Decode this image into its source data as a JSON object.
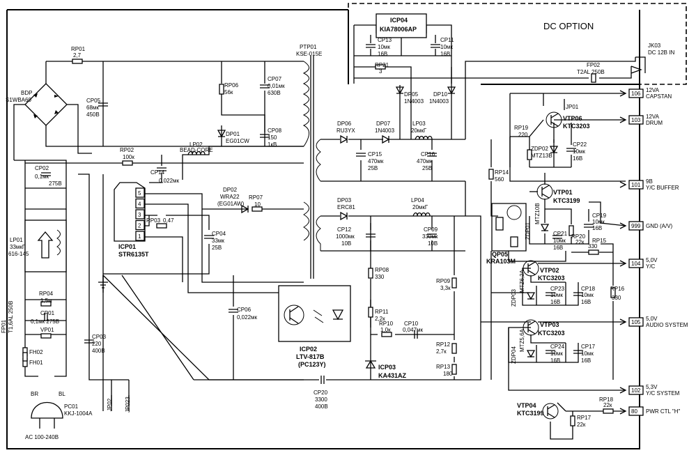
{
  "title": "DC OPTION",
  "modules": {
    "icp04": {
      "ref": "ICP04",
      "part": "KIA78006AP"
    },
    "icp01": {
      "ref": "ICP01",
      "part": "STR6135T",
      "pins": [
        "5",
        "4",
        "3",
        "2",
        "1"
      ]
    },
    "icp02": {
      "ref": "ICP02",
      "part": "LTV-817B",
      "alt": "(PC123Y)"
    },
    "icp03": {
      "ref": "ICP03",
      "part": "KA431AZ"
    },
    "qp05": {
      "ref": "QP05",
      "part": "KRA103M"
    },
    "ptp01": {
      "ref": "PTP01",
      "part": "KSE-015E"
    },
    "bdp": {
      "ref": "BDP",
      "part": "S1WBA60"
    },
    "lp01": {
      "ref": "LP01",
      "value": "33мкГ",
      "part": "616-145"
    },
    "pc01": {
      "ref": "PC01",
      "part": "KKJ-1004A",
      "mains": "AC 100-240В",
      "br": "BR",
      "bl": "BL"
    },
    "jk03": {
      "ref": "JK03",
      "desc": "DC 12В IN"
    }
  },
  "components": [
    {
      "ref": "RP01",
      "val": "2,7"
    },
    {
      "ref": "CP05",
      "val": "68мк",
      "v2": "450В"
    },
    {
      "ref": "RP06",
      "val": "56к"
    },
    {
      "ref": "CP07",
      "val": "0,01мк",
      "v2": "630В"
    },
    {
      "ref": "DP01",
      "val": "EG01CW"
    },
    {
      "ref": "CP08",
      "val": "150",
      "v2": "1кВ"
    },
    {
      "ref": "LP02",
      "val": "BEAD-CORE"
    },
    {
      "ref": "RP02",
      "val": "100к"
    },
    {
      "ref": "CP02",
      "val": "0,1мк",
      "v2": "275В"
    },
    {
      "ref": "CP14",
      "val": "0,022мк"
    },
    {
      "ref": "DP02",
      "val": "WRA22",
      "v2": "(EG01AW)"
    },
    {
      "ref": "RP07",
      "val": "10"
    },
    {
      "ref": "RP03",
      "val": "0,47"
    },
    {
      "ref": "CP04",
      "val": "33мк",
      "v2": "25В"
    },
    {
      "ref": "RP04",
      "val": "1,5м"
    },
    {
      "ref": "CP01",
      "val": "0,1мк 275В"
    },
    {
      "ref": "VP01",
      "val": ""
    },
    {
      "ref": "FH02",
      "val": ""
    },
    {
      "ref": "FH01",
      "val": ""
    },
    {
      "ref": "FP01",
      "val": "T1,6AL 250В"
    },
    {
      "ref": "CP03",
      "val": "220",
      "v2": "400В"
    },
    {
      "ref": "JP02",
      "val": ""
    },
    {
      "ref": "JP023",
      "val": ""
    },
    {
      "ref": "CP06",
      "val": "0,022мк"
    },
    {
      "ref": "CP20",
      "val": "3300",
      "v2": "400В"
    },
    {
      "ref": "CP13",
      "val": "10мк",
      "v2": "16В"
    },
    {
      "ref": "CP11",
      "val": "10мк",
      "v2": "16В"
    },
    {
      "ref": "RP21",
      "val": "3"
    },
    {
      "ref": "DP05",
      "val": "1N4003"
    },
    {
      "ref": "DP10",
      "val": "1N4003"
    },
    {
      "ref": "FP02",
      "val": "T2AL 250В"
    },
    {
      "ref": "DP06",
      "val": "RU3YX"
    },
    {
      "ref": "DP07",
      "val": "1N4003"
    },
    {
      "ref": "LP03",
      "val": "20мкГ"
    },
    {
      "ref": "CP15",
      "val": "470мк",
      "v2": "25В"
    },
    {
      "ref": "CP16",
      "val": "470мк",
      "v2": "25В"
    },
    {
      "ref": "DP03",
      "val": "ERC81"
    },
    {
      "ref": "LP04",
      "val": "20мкГ"
    },
    {
      "ref": "CP12",
      "val": "1000мк",
      "v2": "10В"
    },
    {
      "ref": "CP09",
      "val": "330мк",
      "v2": "10В"
    },
    {
      "ref": "RP08",
      "val": "330"
    },
    {
      "ref": "RP09",
      "val": "3,3к"
    },
    {
      "ref": "RP11",
      "val": "2,2к"
    },
    {
      "ref": "RP10",
      "val": "1,0к"
    },
    {
      "ref": "CP10",
      "val": "0,047мк"
    },
    {
      "ref": "RP12",
      "val": "2,7к"
    },
    {
      "ref": "RP13",
      "val": "180"
    },
    {
      "ref": "JP01",
      "val": ""
    },
    {
      "ref": "VTP06",
      "val": "KTC3203"
    },
    {
      "ref": "RP19",
      "val": "220"
    },
    {
      "ref": "ZDP02",
      "val": "MTZ13B"
    },
    {
      "ref": "CP22",
      "val": "10мк",
      "v2": "16В"
    },
    {
      "ref": "RP14",
      "val": "560"
    },
    {
      "ref": "VTP01",
      "val": "KTC3199"
    },
    {
      "ref": "ZDP01",
      "val": "MTZ10B"
    },
    {
      "ref": "CP19",
      "val": "10мк",
      "v2": "16В"
    },
    {
      "ref": "CP21",
      "val": "10мк",
      "v2": "16В"
    },
    {
      "ref": "RP20",
      "val": "22к"
    },
    {
      "ref": "RP15",
      "val": "330"
    },
    {
      "ref": "VTP02",
      "val": "KTC3203"
    },
    {
      "ref": "ZDP03",
      "val": "MTZ6,2A"
    },
    {
      "ref": "CP23",
      "val": "10мк",
      "v2": "16В"
    },
    {
      "ref": "CP18",
      "val": "10мк",
      "v2": "16В"
    },
    {
      "ref": "RP16",
      "val": "330"
    },
    {
      "ref": "VTP03",
      "val": "KTC3203"
    },
    {
      "ref": "ZDP04",
      "val": "MTZ5,6A"
    },
    {
      "ref": "CP24",
      "val": "10мк",
      "v2": "16В"
    },
    {
      "ref": "CP17",
      "val": "10мк",
      "v2": "16В"
    },
    {
      "ref": "VTP04",
      "val": "KTC3199"
    },
    {
      "ref": "RP18",
      "val": "22к"
    },
    {
      "ref": "RP17",
      "val": "22к"
    }
  ],
  "connectors": [
    {
      "pin": "106",
      "l1": "12VA",
      "l2": "CAPSTAN"
    },
    {
      "pin": "103",
      "l1": "12VA",
      "l2": "DRUM"
    },
    {
      "pin": "101",
      "l1": "9B",
      "l2": "Y/C BUFFER"
    },
    {
      "pin": "999",
      "l1": "GND (A/V)",
      "l2": ""
    },
    {
      "pin": "104",
      "l1": "5,0V",
      "l2": "Y/C"
    },
    {
      "pin": "105",
      "l1": "5,0V",
      "l2": "AUDIO SYSTEM"
    },
    {
      "pin": "102",
      "l1": "5,3V",
      "l2": "Y/C SYSTEM"
    },
    {
      "pin": "80",
      "l1": "PWR CTL \"H\"",
      "l2": ""
    }
  ]
}
